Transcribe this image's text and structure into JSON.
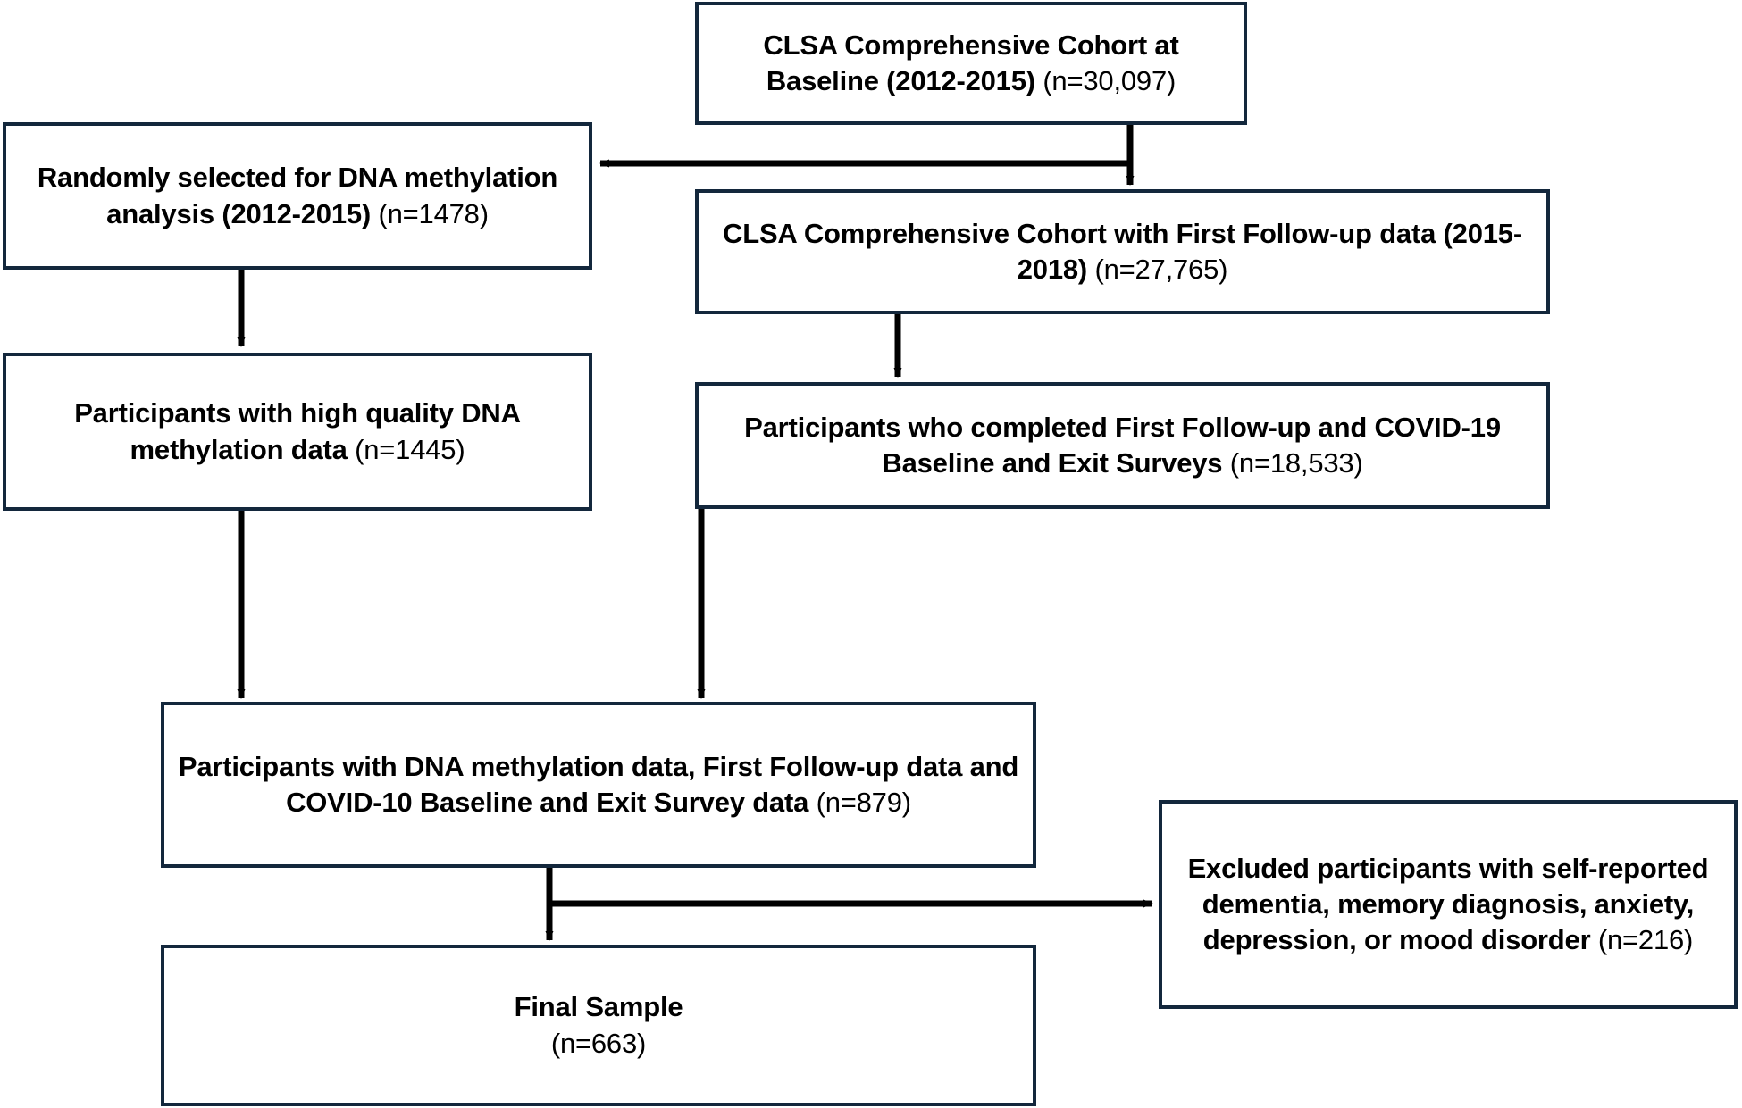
{
  "diagram": {
    "type": "flowchart",
    "title": "CLSA study participant selection flow diagram",
    "background_color": "#ffffff",
    "box_border_color": "#13273c",
    "connector_color": "#000000",
    "text_color": "#000000",
    "nodes": [
      {
        "id": "baseline-cohort",
        "name": "clsa-baseline-cohort-box",
        "bold_text": "CLSA Comprehensive Cohort at Baseline (2012-2015)",
        "count_text": "(n=30,097)",
        "n": 30097
      },
      {
        "id": "randomly-selected",
        "name": "randomly-selected-dna-box",
        "bold_text": "Randomly selected for DNA methylation analysis (2012-2015)",
        "count_text": "(n=1478)",
        "n": 1478
      },
      {
        "id": "first-followup-cohort",
        "name": "clsa-first-followup-cohort-box",
        "bold_text": "CLSA Comprehensive Cohort with First Follow-up data (2015-2018)",
        "count_text": "(n=27,765)",
        "n": 27765
      },
      {
        "id": "high-quality-dna",
        "name": "high-quality-dna-methylation-box",
        "bold_text": "Participants with high quality DNA methylation data",
        "count_text": "(n=1445)",
        "n": 1445
      },
      {
        "id": "completed-surveys",
        "name": "completed-surveys-box",
        "bold_text": "Participants who completed First Follow-up and COVID-19 Baseline and Exit Surveys",
        "count_text": "(n=18,533)",
        "n": 18533
      },
      {
        "id": "combined-data",
        "name": "combined-data-box",
        "bold_text": "Participants with DNA methylation data, First Follow-up data and COVID-10 Baseline and Exit Survey data",
        "count_text": "(n=879)",
        "n": 879
      },
      {
        "id": "excluded",
        "name": "excluded-participants-box",
        "bold_text": "Excluded participants with self-reported dementia, memory diagnosis, anxiety, depression, or mood disorder",
        "count_text": "(n=216)",
        "n": 216
      },
      {
        "id": "final-sample",
        "name": "final-sample-box",
        "bold_text": "Final Sample",
        "count_text": "(n=663)",
        "n": 663
      }
    ],
    "edges": [
      {
        "from": "baseline-cohort",
        "to": "randomly-selected",
        "style": "elbow-left-arrow"
      },
      {
        "from": "baseline-cohort",
        "to": "first-followup-cohort",
        "style": "straight-down-arrow"
      },
      {
        "from": "randomly-selected",
        "to": "high-quality-dna",
        "style": "straight-down-arrow"
      },
      {
        "from": "first-followup-cohort",
        "to": "completed-surveys",
        "style": "straight-down-arrow"
      },
      {
        "from": "high-quality-dna",
        "to": "combined-data",
        "style": "straight-down-arrow"
      },
      {
        "from": "completed-surveys",
        "to": "combined-data",
        "style": "straight-down-arrow"
      },
      {
        "from": "combined-data",
        "to": "excluded",
        "style": "elbow-right-arrow"
      },
      {
        "from": "combined-data",
        "to": "final-sample",
        "style": "straight-down-arrow"
      }
    ]
  }
}
